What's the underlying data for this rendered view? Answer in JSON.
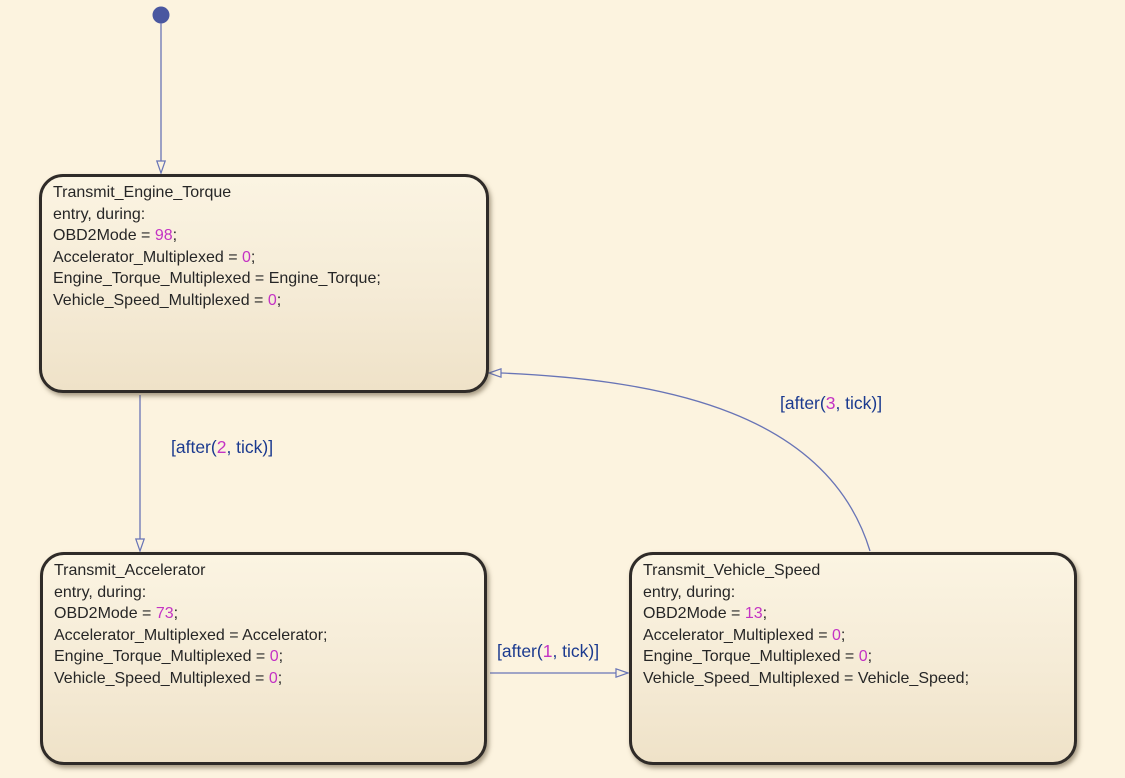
{
  "canvas": {
    "background": "#FCF3DF"
  },
  "palette": {
    "state_fill_top": "#FBF4E2",
    "state_fill_bottom": "#EFE2C8",
    "state_border": "#2F2B28",
    "state_text": "#262626",
    "transition_line": "#6874B6",
    "transition_label": "#1B3A8F",
    "literal_number": "#C433C4",
    "initial_dot": "#4A57A0"
  },
  "states": [
    {
      "name": "Transmit_Engine_Torque",
      "lines": [
        [
          {
            "t": "entry, during:"
          }
        ],
        [
          {
            "t": "OBD2Mode = "
          },
          {
            "t": "98",
            "k": "num"
          },
          {
            "t": ";"
          }
        ],
        [
          {
            "t": "Accelerator_Multiplexed = "
          },
          {
            "t": "0",
            "k": "num"
          },
          {
            "t": ";"
          }
        ],
        [
          {
            "t": "Engine_Torque_Multiplexed = Engine_Torque;"
          }
        ],
        [
          {
            "t": "Vehicle_Speed_Multiplexed = "
          },
          {
            "t": "0",
            "k": "num"
          },
          {
            "t": ";"
          }
        ]
      ]
    },
    {
      "name": "Transmit_Accelerator",
      "lines": [
        [
          {
            "t": "entry, during:"
          }
        ],
        [
          {
            "t": "OBD2Mode = "
          },
          {
            "t": "73",
            "k": "num"
          },
          {
            "t": ";"
          }
        ],
        [
          {
            "t": "Accelerator_Multiplexed = Accelerator;"
          }
        ],
        [
          {
            "t": "Engine_Torque_Multiplexed = "
          },
          {
            "t": "0",
            "k": "num"
          },
          {
            "t": ";"
          }
        ],
        [
          {
            "t": "Vehicle_Speed_Multiplexed = "
          },
          {
            "t": "0",
            "k": "num"
          },
          {
            "t": ";"
          }
        ]
      ]
    },
    {
      "name": "Transmit_Vehicle_Speed",
      "lines": [
        [
          {
            "t": "entry, during:"
          }
        ],
        [
          {
            "t": "OBD2Mode = "
          },
          {
            "t": "13",
            "k": "num"
          },
          {
            "t": ";"
          }
        ],
        [
          {
            "t": "Accelerator_Multiplexed = "
          },
          {
            "t": "0",
            "k": "num"
          },
          {
            "t": ";"
          }
        ],
        [
          {
            "t": "Engine_Torque_Multiplexed = "
          },
          {
            "t": "0",
            "k": "num"
          },
          {
            "t": ";"
          }
        ],
        [
          {
            "t": "Vehicle_Speed_Multiplexed = Vehicle_Speed;"
          }
        ]
      ]
    }
  ],
  "transitions": [
    {
      "from": "Transmit_Engine_Torque",
      "to": "Transmit_Accelerator",
      "label": [
        {
          "t": "[after("
        },
        {
          "t": "2",
          "k": "num"
        },
        {
          "t": ", tick)]"
        }
      ]
    },
    {
      "from": "Transmit_Accelerator",
      "to": "Transmit_Vehicle_Speed",
      "label": [
        {
          "t": "[after("
        },
        {
          "t": "1",
          "k": "num"
        },
        {
          "t": ", tick)]"
        }
      ]
    },
    {
      "from": "Transmit_Vehicle_Speed",
      "to": "Transmit_Engine_Torque",
      "label": [
        {
          "t": "[after("
        },
        {
          "t": "3",
          "k": "num"
        },
        {
          "t": ", tick)]"
        }
      ]
    }
  ],
  "initial_transition": {
    "to": "Transmit_Engine_Torque"
  }
}
